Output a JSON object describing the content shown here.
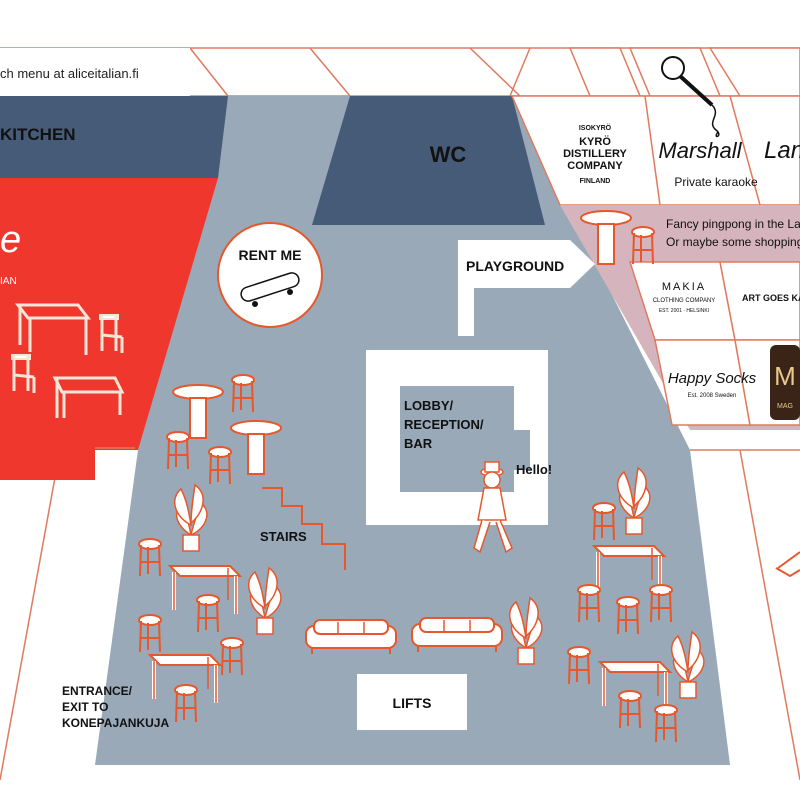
{
  "menu_banner": {
    "text": "ch menu at aliceitalian.fi"
  },
  "areas": {
    "kitchen": "KITCHEN",
    "wc": "WC",
    "restaurant_logo_fragment": "e",
    "restaurant_logo_sub": "IAN",
    "lobby_line1": "LOBBY/",
    "lobby_line2": "RECEPTION/",
    "lobby_line3": "BAR",
    "hello": "Hello!",
    "playground": "PLAYGROUND",
    "rent_me": "RENT ME",
    "stairs": "STAIRS",
    "lifts": "LIFTS",
    "entrance_line1": "ENTRANCE/",
    "entrance_line2": "EXIT TO",
    "entrance_line3": "KONEPAJANKUJA"
  },
  "shops": {
    "kyro_top": "ISOKYRÖ",
    "kyro_l1": "KYRÖ",
    "kyro_l2": "DISTILLERY",
    "kyro_l3": "COMPANY",
    "kyro_bottom": "FINLAND",
    "marshall": "Marshall",
    "marshall_sub": "Private karaoke",
    "lapin_fragment": "Lan",
    "pingpong_line1": "Fancy pingpong in the La",
    "pingpong_line2": "Or maybe some shopping",
    "makia": "MAKIA",
    "makia_sub": "CLOTHING COMPANY",
    "makia_est": "EST. 2001 · HELSINKI",
    "art_goes": "ART GOES KAPA",
    "happy_socks": "Happy Socks",
    "happy_socks_sub": "Est. 2008 Sweden",
    "magnum_fragment": "M",
    "magnum_sub": "MAG"
  },
  "colors": {
    "floor": "#99a9b7",
    "kitchen_wc": "#465b78",
    "restaurant": "#f0372d",
    "pingpong_area": "#d5b4bd",
    "furniture_line": "#e6582c",
    "outline": "#e07a5f"
  }
}
